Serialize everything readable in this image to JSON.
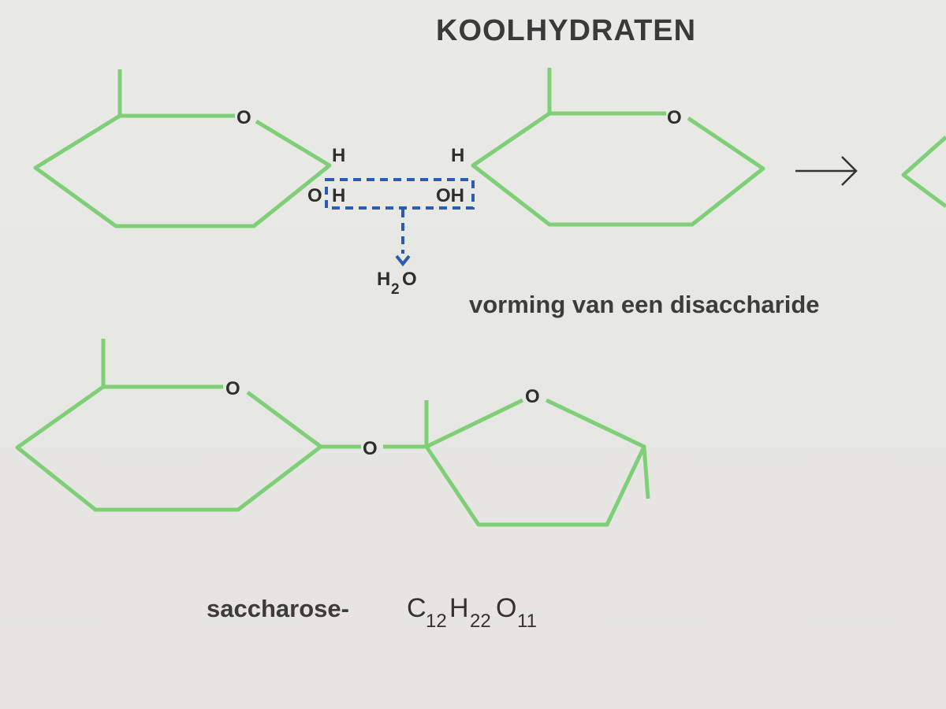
{
  "title": "KOOLHYDRATEN",
  "reaction": {
    "left_ring": {
      "ring_oxygen": "O",
      "h_top": "H",
      "o_label": "O",
      "h_bottom": "H"
    },
    "right_ring": {
      "ring_oxygen": "O",
      "h_top": "H",
      "oh_label": "OH"
    },
    "arrow": "→",
    "water": {
      "h": "H",
      "sub": "2",
      "o": "O"
    },
    "caption": "vorming van een disaccharide"
  },
  "sucrose": {
    "glucose_oxygen": "O",
    "bridge_oxygen": "O",
    "fructose_oxygen": "O",
    "name": "saccharose-",
    "formula": [
      {
        "el": "C",
        "n": "12"
      },
      {
        "el": "H",
        "n": "22"
      },
      {
        "el": "O",
        "n": "11"
      }
    ]
  },
  "colors": {
    "bond": "#7fcf78",
    "dashed_box": "#2a5db0",
    "text": "#3a3a3a"
  }
}
